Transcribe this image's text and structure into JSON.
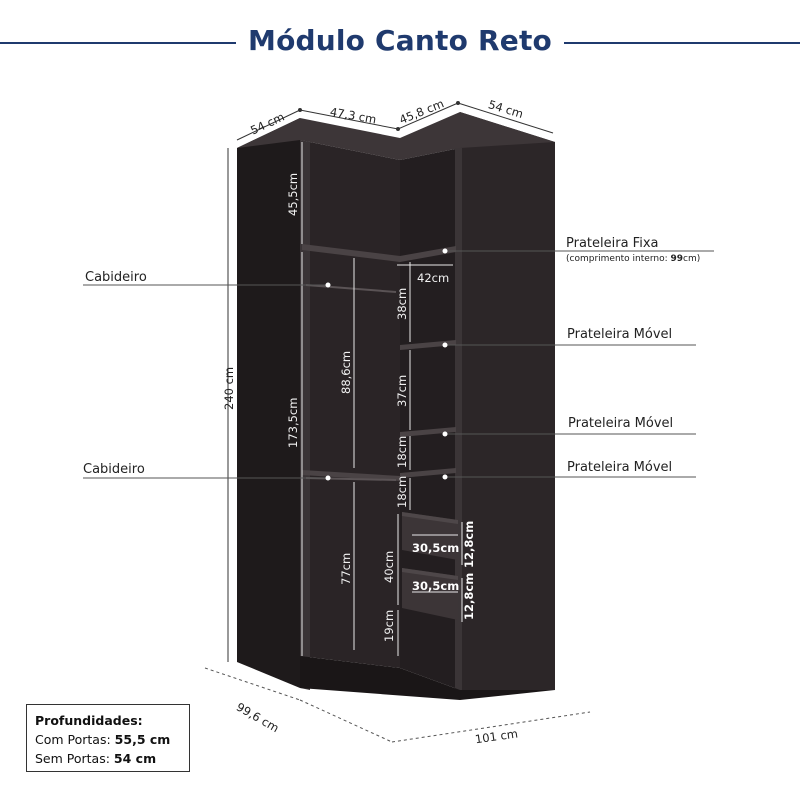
{
  "title": "Módulo Canto Reto",
  "colors": {
    "title": "#1f3a6e",
    "cabinet": "#2f2a2c",
    "cabinet_dark": "#1c1819",
    "cabinet_side": "#3a3436"
  },
  "top_dims": {
    "d1": "54",
    "d2": "47,3",
    "d3": "45,8",
    "d4": "54",
    "unit": "cm"
  },
  "labels": {
    "cabideiro_1": "Cabideiro",
    "cabideiro_2": "Cabideiro",
    "prateleira_fixa": "Prateleira Fixa",
    "prateleira_fixa_note_prefix": "(comprimento interno: ",
    "prateleira_fixa_note_value": "99",
    "prateleira_fixa_note_suffix": "cm)",
    "prateleira_movel_1": "Prateleira Móvel",
    "prateleira_movel_2": "Prateleira Móvel",
    "prateleira_movel_3": "Prateleira Móvel"
  },
  "dims": {
    "height_total": "240 cm",
    "top_space": "45,5cm",
    "left_hang": "173,5cm",
    "upper_hang": "88,6cm",
    "lower_hang": "77cm",
    "shelf_width": "42cm",
    "s1": "38cm",
    "s2": "37cm",
    "s3": "18cm",
    "s4": "18cm",
    "s5": "40cm",
    "s6": "19cm",
    "drawer_w1": "30,5cm",
    "drawer_w2": "30,5cm",
    "drawer_h1": "12,8cm",
    "drawer_h2": "12,8cm",
    "depth_left": "99,6 cm",
    "depth_right": "101 cm"
  },
  "profundidades": {
    "heading": "Profundidades:",
    "com_label": "Com Portas: ",
    "com_value": "55,5 cm",
    "sem_label": "Sem Portas: ",
    "sem_value": "54 cm"
  }
}
